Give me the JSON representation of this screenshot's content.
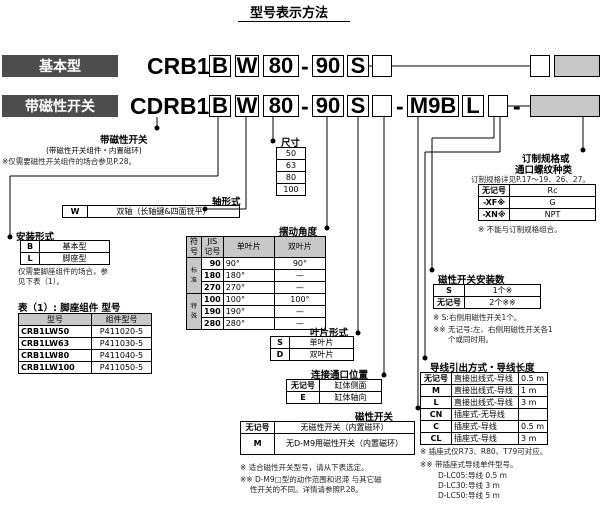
{
  "title": "型号表示方法",
  "rows": {
    "basic": {
      "label": "基本型",
      "prefix": "CRB1",
      "segs": [
        "B",
        "W",
        "80",
        "-",
        "90",
        "S",
        "",
        "",
        ""
      ]
    },
    "switch": {
      "label": "带磁性开关",
      "prefix": "CDRB1",
      "segs": [
        "B",
        "W",
        "80",
        "-",
        "90",
        "S",
        "-",
        "M9B",
        "L",
        "-",
        ""
      ]
    }
  },
  "switch_note": {
    "heading": "带磁性开关",
    "sub": "(带磁性开关组件・内置磁环)",
    "note": "※仅需要磁性开关组件的场合参见P.28。"
  },
  "size": {
    "heading": "尺寸",
    "values": [
      "50",
      "63",
      "80",
      "100"
    ]
  },
  "shaft": {
    "heading": "轴形式",
    "rows": [
      [
        "W",
        "双轴（长轴键&四面铣平）"
      ]
    ]
  },
  "mount": {
    "heading": "安装形式",
    "rows": [
      [
        "B",
        "基本型"
      ],
      [
        "L",
        "脚座型"
      ]
    ],
    "note1": "仅需要脚座组件的场合，参",
    "note2": "见下表（1）。"
  },
  "foot_table": {
    "heading": "表（1）: 脚座组件 型号",
    "header": [
      "型号",
      "组件型号"
    ],
    "rows": [
      [
        "CRB1LW50",
        "P411020-5"
      ],
      [
        "CRB1LW63",
        "P411030-5"
      ],
      [
        "CRB1LW80",
        "P411040-5"
      ],
      [
        "CRB1LW100",
        "P411050-5"
      ]
    ]
  },
  "swing": {
    "heading": "摆动角度",
    "header": [
      "符号",
      "单叶片",
      "双叶片"
    ],
    "side_labels": [
      "标准",
      "特殊"
    ],
    "rows": [
      [
        "90",
        "90°",
        "90°"
      ],
      [
        "180",
        "180°",
        "—"
      ],
      [
        "270",
        "270°",
        "—"
      ],
      [
        "100",
        "100°",
        "100°"
      ],
      [
        "190",
        "190°",
        "—"
      ],
      [
        "280",
        "280°",
        "—"
      ]
    ],
    "sign_col": "JIS记号"
  },
  "vane": {
    "heading": "叶片形式",
    "rows": [
      [
        "S",
        "单叶片"
      ],
      [
        "D",
        "双叶片"
      ]
    ]
  },
  "port": {
    "heading": "连接通口位置",
    "rows": [
      [
        "无记号",
        "缸体侧面"
      ],
      [
        "E",
        "缸体轴向"
      ]
    ]
  },
  "mag_switch": {
    "heading": "磁性开关",
    "rows": [
      [
        "无记号",
        "无磁性开关（内置磁环）"
      ],
      [
        "M",
        "无D-M9用磁性开关（内置磁环）"
      ]
    ],
    "note1": "※  适合磁性开关型号，请从下表选定。",
    "note2": "※※ D-M9□型的动作范围和迟滞 与其它磁",
    "note3": "性开关的不同。详情请参照P.28。"
  },
  "thread": {
    "heading": "订制规格或",
    "heading2": "通口螺纹种类",
    "sub": "订制规格详见P.17～19、26、27。",
    "rows": [
      [
        "无记号",
        "Rc"
      ],
      [
        "-XF※",
        "G"
      ],
      [
        "-XN※",
        "NPT"
      ]
    ],
    "note": "※  不能与订制规格组合。"
  },
  "mount_qty": {
    "heading": "磁性开关安装数",
    "rows": [
      [
        "S",
        "1个※"
      ],
      [
        "无记号",
        "2个※※"
      ]
    ],
    "note1": "※  S:右侧用磁性开关1个。",
    "note2": "※※ 无记号:左、右侧用磁性开关各1",
    "note3": "个或同时用。"
  },
  "lead": {
    "heading": "导线引出方式・导线长度",
    "rows": [
      [
        "无记号",
        "直接出线式-导线",
        "0.5 m"
      ],
      [
        "M",
        "直接出线式-导线",
        "1 m"
      ],
      [
        "L",
        "直接出线式-导线",
        "3 m"
      ],
      [
        "CN",
        "插座式-无导线",
        ""
      ],
      [
        "C",
        "插座式-导线",
        "0.5 m"
      ],
      [
        "CL",
        "插座式-导线",
        "3 m"
      ]
    ],
    "note1": "※  插座式仅R73、R80、T79可对应。",
    "note2": "※※ 带插座式导线单件型号。",
    "note3": "D-LC05:导线 0.5 m",
    "note4": "D-LC30:导线 3 m",
    "note5": "D-LC50:导线 5 m"
  }
}
